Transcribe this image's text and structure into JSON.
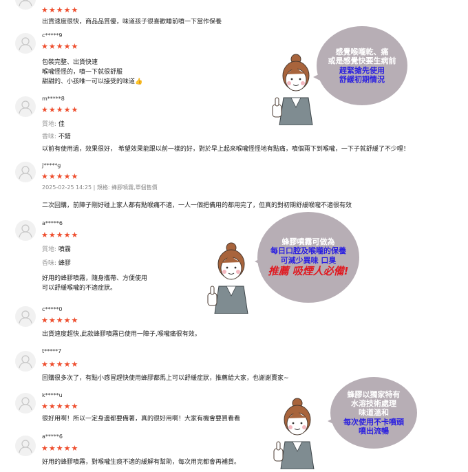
{
  "reviews": [
    {
      "name": "",
      "stars": "★★★★★",
      "lines": [
        "出貨速度很快，商品品質優，味道孩子很喜歡睡前噴一下當作保養"
      ]
    },
    {
      "name": "c*****9",
      "stars": "★★★★★",
      "lines": [
        "包裝完整、出貨快速",
        "喉嚨怪怪的，噴一下就很舒服",
        "甜甜的、小孩唯一可以接受的味道👍"
      ]
    },
    {
      "name": "m*****8",
      "stars": "★★★★★",
      "attrs": [
        {
          "k": "質地:",
          "v": "佳"
        },
        {
          "k": "香味:",
          "v": "不錯"
        }
      ],
      "lines": [
        "以前有使用過，效果很好， 希望效果能跟以前一樣的好，對於早上起來喉嚨怪怪地有點痛，噴個兩下到喉嚨，一下子就舒緩了不少哩！"
      ]
    },
    {
      "name": "j*****g",
      "stars": "★★★★★",
      "date": "2025-02-25 14:25 | 規格: 蜂膠噴霧,單個售價",
      "lines": [
        "二次回購，前陣子剛好碰上家人都有點喉痛不適，一人一個把備用的都用完了，但真的對初期舒緩喉嚨不適很有效"
      ]
    },
    {
      "name": "a*****6",
      "stars": "★★★★★",
      "attrs": [
        {
          "k": "質地:",
          "v": "噴霧"
        },
        {
          "k": "香味:",
          "v": "蜂膠"
        }
      ],
      "lines": [
        "好用的蜂膠噴霧，隨身攜帶、方便使用",
        "可以舒緩喉嚨的不適症狀。"
      ]
    },
    {
      "name": "c*****0",
      "stars": "★★★★★",
      "lines": [
        "出貨速度超快,此款蜂膠噴霧已使用一陣子,喉嚨痛很有效。"
      ]
    },
    {
      "name": "t*****7",
      "stars": "★★★★★",
      "lines": [
        "回購很多次了，有點小感冒趕快使用蜂膠都馬上可以舒緩症狀，推薦給大家，也謝謝賣家~"
      ]
    },
    {
      "name": "k*****u",
      "stars": "★★★★★",
      "lines": [
        "很好用啊！所以一定身邊都要備著，真的很好用啊！大家有機會要買看看"
      ]
    },
    {
      "name": "a*****6",
      "stars": "★★★★★",
      "lines": [
        "好用的蜂膠噴霧，對喉嚨生痰不適的緩解有幫助，每次用完都會再補貨。"
      ]
    }
  ],
  "bubbles": [
    {
      "lines": [
        {
          "t": "感覺喉嚨乾、痛",
          "c": "w"
        },
        {
          "t": "或是感覺快要生病前",
          "c": "w"
        },
        {
          "t": "趕緊搶先使用",
          "c": "b"
        },
        {
          "t": "舒緩初期情況",
          "c": "b"
        }
      ]
    },
    {
      "lines": [
        {
          "t": "蜂膠噴霧可做為",
          "c": "w"
        },
        {
          "t": "每日口腔及喉嚨的保養",
          "c": "b"
        },
        {
          "t": "可減少異味 口臭",
          "c": "b"
        },
        {
          "t": "推薦  吸煙人必備!",
          "c": "r"
        }
      ]
    },
    {
      "lines": [
        {
          "t": "蜂膠以獨家特有",
          "c": "w"
        },
        {
          "t": "水溶技術處理",
          "c": "w"
        },
        {
          "t": "味道溫和",
          "c": "w"
        },
        {
          "t": "每次使用不卡噴頭",
          "c": "b"
        },
        {
          "t": "噴出流暢",
          "c": "b"
        }
      ]
    }
  ],
  "colors": {
    "star": "#ee4d2d",
    "bubble": "#b7aeb5",
    "blue": "#2a1fe0",
    "red": "#e0181f"
  }
}
